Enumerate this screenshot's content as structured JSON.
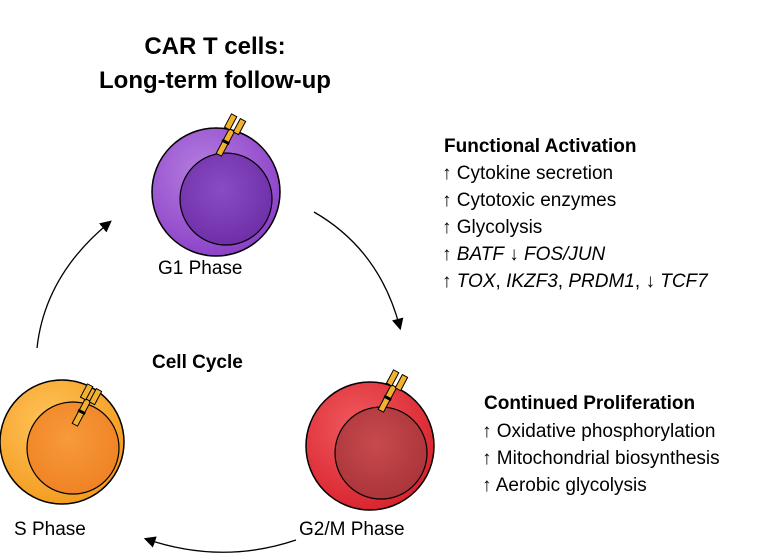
{
  "title": {
    "line1": "CAR T cells:",
    "line2": "Long-term follow-up"
  },
  "cycle_label": "Cell Cycle",
  "phases": {
    "g1": {
      "label": "G1 Phase",
      "color": "#9b50cf"
    },
    "s": {
      "label": "S Phase",
      "color": "#f5a126"
    },
    "g2m": {
      "label": "G2/M Phase",
      "color": "#e0303a"
    }
  },
  "receptor_color": "#f3b22e",
  "functional": {
    "heading": "Functional Activation",
    "items": [
      {
        "arrow": "↑",
        "text": "Cytokine secretion"
      },
      {
        "arrow": "↑",
        "text": "Cytotoxic enzymes"
      },
      {
        "arrow": "↑",
        "text": "Glycolysis"
      }
    ],
    "genes1": {
      "up_arrow": "↑",
      "up_gene": "BATF",
      "down_arrow": "↓",
      "down_gene": "FOS/JUN"
    },
    "genes2": {
      "up_arrow": "↑",
      "gene_a": "TOX",
      "sep1": ", ",
      "gene_b": "IKZF3",
      "sep2": ", ",
      "gene_c": "PRDM1",
      "sep3": ", ",
      "down_arrow": "↓",
      "gene_d": "TCF7"
    }
  },
  "proliferation": {
    "heading": "Continued Proliferation",
    "items": [
      {
        "arrow": "↑",
        "text": "Oxidative phosphorylation"
      },
      {
        "arrow": "↑",
        "text": "Mitochondrial biosynthesis"
      },
      {
        "arrow": "↑",
        "text": "Aerobic glycolysis"
      }
    ]
  }
}
